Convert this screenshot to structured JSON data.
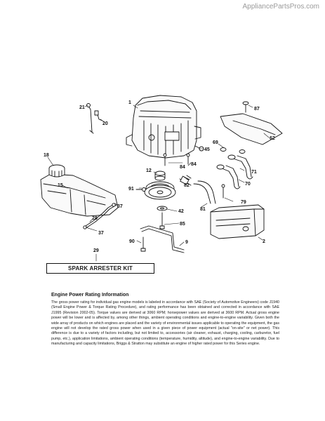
{
  "watermark": "AppliancePartsPros.com",
  "callouts": {
    "c1": "1",
    "c2": "2",
    "c9": "9",
    "c12": "12",
    "c15": "15",
    "c18": "18",
    "c20": "20",
    "c21": "21",
    "c28": "28",
    "c29": "29",
    "c37a": "37",
    "c37b": "37",
    "c42": "42",
    "c45": "45",
    "c62": "62",
    "c69": "69",
    "c70": "70",
    "c71": "71",
    "c79": "79",
    "c81": "81",
    "c82": "82",
    "c84a": "84",
    "c84b": "84",
    "c85": "85",
    "c87": "87",
    "c90": "90",
    "c91": "91"
  },
  "spark_arrester_label": "SPARK ARRESTER KIT",
  "info": {
    "title": "Engine Power Rating Information",
    "body": "The gross power rating for individual gas engine models is labeled in accordance with SAE (Society of Automotive Engineers) code J1940 (Small Engine Power & Torque Rating Procedure), and rating performance has been obtained and corrected in accordance with SAE J1995 (Revision 2002-05). Torque values are derived at 3060 RPM; horsepower values are derived at 3600 RPM. Actual gross engine power will be lower and is affected by, among other things, ambient operating conditions and engine-to-engine variability. Given both the wide array of products on which engines are placed and the variety of environmental issues applicable to operating the equipment, the gas engine will not develop the rated gross power when used in a given piece of power equipment (actual \"on-site\" or net power). This difference is due to a variety of factors including, but not limited to, accessories (air cleaner, exhaust, charging, cooling, carburetor, fuel pump, etc.), application limitations, ambient operating conditions (temperature, humidity, altitude), and engine-to-engine variability. Due to manufacturing and capacity limitations, Briggs & Stratton may substitute an engine of higher rated power for this Series engine."
  }
}
